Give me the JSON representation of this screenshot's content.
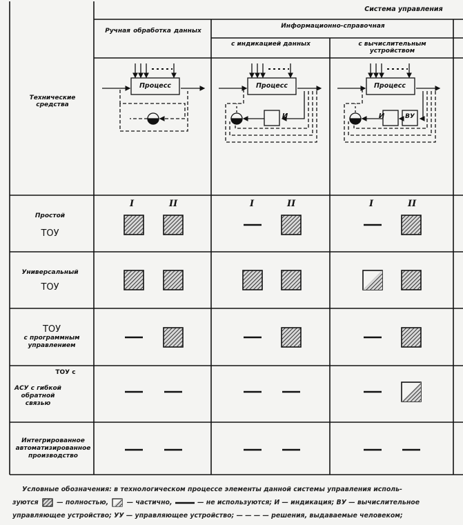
{
  "header": {
    "top_title": "Система управления",
    "col_manual": "Ручная обработка данных",
    "col_info": "Информационно-справочная",
    "col_indication": "с индикацией данных",
    "col_computer": "с вычислительным устройством",
    "row_tech": "Технические средства"
  },
  "diagram": {
    "process_label": "Процесс",
    "indication_label": "И",
    "computer_label": "ВУ"
  },
  "roman": {
    "one": "I",
    "two": "II"
  },
  "rows": [
    {
      "line1": "Простой",
      "line2": "ТОУ",
      "cells": [
        "full",
        "full",
        "none",
        "full",
        "none",
        "full"
      ]
    },
    {
      "line1": "Универсальный",
      "line2": "ТОУ",
      "cells": [
        "full",
        "full",
        "full",
        "full",
        "partial",
        "full"
      ]
    },
    {
      "line1": "ТОУ",
      "line2": "с программным управлением",
      "cells": [
        "none",
        "full",
        "none",
        "full",
        "none",
        "full"
      ]
    },
    {
      "line1": "ТОУ с",
      "line2": "АСУ с гибкой обратной связью",
      "cells": [
        "none",
        "none",
        "none",
        "none",
        "none",
        "partial"
      ]
    },
    {
      "line1": "",
      "line2": "Интегрированное автоматизированное производство",
      "cells": [
        "none",
        "none",
        "none",
        "none",
        "none",
        "none"
      ]
    }
  ],
  "legend": {
    "line1": "Условные обозначения: в технологическом процессе элементы данной системы управления исполь-",
    "line2a": "зуются",
    "line2b": "— полностью,",
    "line2c": "— частично,",
    "line2d": "— не используются; И — индикация; ВУ — вычислительное",
    "line3": "управляющее устройство; УУ — управляющее устройство; — — — — решения, выдаваемые человеком;"
  }
}
